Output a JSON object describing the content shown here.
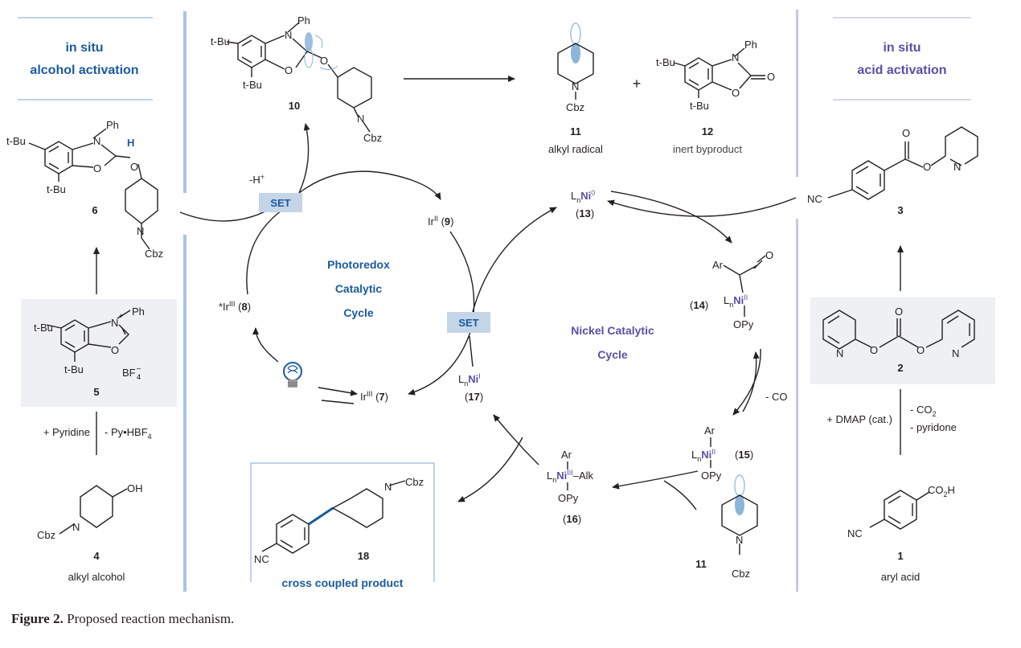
{
  "caption": {
    "label": "Figure 2.",
    "text": "Proposed reaction mechanism."
  },
  "colors": {
    "blue": "#1a5a9e",
    "purple": "#5b4ea6",
    "panel_bg": "#eef0f3",
    "divider": "#a9c4e4",
    "divider_right": "#c6c9e0",
    "orbital": "#8db4d9"
  },
  "left_panel": {
    "title_line1": "in situ",
    "title_line2": "alcohol activation",
    "c6": {
      "label": "6",
      "tbu_top": "t-Bu",
      "tbu_bottom": "t-Bu",
      "ph": "Ph",
      "n": "N",
      "o": "O",
      "h": "H",
      "o2": "O",
      "n2": "N",
      "cbz": "Cbz"
    },
    "c5": {
      "label": "5",
      "tbu_top": "t-Bu",
      "tbu_bottom": "t-Bu",
      "ph": "Ph",
      "n": "N",
      "plus": "+",
      "o": "O",
      "bf4": "BF",
      "sub4": "4",
      "minus": "–"
    },
    "reagent_left": "+ Pyridine",
    "reagent_right": "- Py•HBF",
    "reagent_right_sub": "4",
    "c4": {
      "label": "4",
      "oh": "OH",
      "n": "N",
      "cbz": "Cbz",
      "caption": "alkyl alcohol"
    }
  },
  "right_panel": {
    "title_line1": "in situ",
    "title_line2": "acid activation",
    "c3": {
      "label": "3",
      "nc": "NC",
      "o1": "O",
      "o2": "O",
      "n": "N"
    },
    "c2": {
      "label": "2",
      "n1": "N",
      "o1": "O",
      "o2": "O",
      "o3": "O",
      "n2": "N"
    },
    "reagent_left": "+ DMAP (cat.)",
    "reagent_right1": "- CO",
    "reagent_right1_sub": "2",
    "reagent_right2": "- pyridone",
    "c1": {
      "label": "1",
      "nc": "NC",
      "co2h_a": "CO",
      "co2h_sub": "2",
      "co2h_b": "H",
      "caption": "aryl acid"
    }
  },
  "center": {
    "c10": {
      "label": "10",
      "tbu_top": "t-Bu",
      "tbu_bottom": "t-Bu",
      "ph": "Ph",
      "n": "N",
      "o": "O",
      "o2": "O",
      "n2": "N",
      "cbz": "Cbz"
    },
    "c11_top": {
      "label": "11",
      "n": "N",
      "cbz": "Cbz",
      "caption": "alkyl radical"
    },
    "plus": "+",
    "c12": {
      "label": "12",
      "tbu_top": "t-Bu",
      "tbu_bottom": "t-Bu",
      "ph": "Ph",
      "n": "N",
      "o": "O",
      "o2": "O",
      "caption": "inert byproduct"
    },
    "minus_h": "-H",
    "minus_h_sup": "+",
    "set1": "SET",
    "set2": "SET",
    "ir9": {
      "pre": "Ir",
      "sup": "II",
      "num": "9"
    },
    "ir8": {
      "pre": "*Ir",
      "sup": "III",
      "num": "8"
    },
    "ir7": {
      "pre": "Ir",
      "sup": "III",
      "num": "7"
    },
    "photoredox": [
      "Photoredox",
      "Catalytic",
      "Cycle"
    ],
    "nickel": [
      "Nickel Catalytic",
      "Cycle"
    ],
    "ni0": {
      "l": "L",
      "n": "n",
      "ni": "Ni",
      "sup": "0",
      "num": "13"
    },
    "ni14": {
      "ar": "Ar",
      "o": "O",
      "l": "L",
      "n": "n",
      "ni": "Ni",
      "sup": "II",
      "num": "14",
      "opy": "OPy"
    },
    "minus_co": "- CO",
    "ni15": {
      "ar": "Ar",
      "l": "L",
      "n": "n",
      "ni": "Ni",
      "sup": "II",
      "num": "15",
      "opy": "OPy"
    },
    "ni16": {
      "ar": "Ar",
      "l": "L",
      "n": "n",
      "ni": "Ni",
      "sup": "III",
      "alk": "Alk",
      "opy": "OPy",
      "num": "16"
    },
    "ni17": {
      "l": "L",
      "n": "n",
      "ni": "Ni",
      "sup": "I",
      "num": "17"
    },
    "c11_bottom": {
      "label": "11",
      "n": "N",
      "cbz": "Cbz"
    },
    "c18": {
      "label": "18",
      "nc": "NC",
      "n": "N",
      "cbz": "Cbz",
      "caption": "cross coupled product"
    }
  }
}
